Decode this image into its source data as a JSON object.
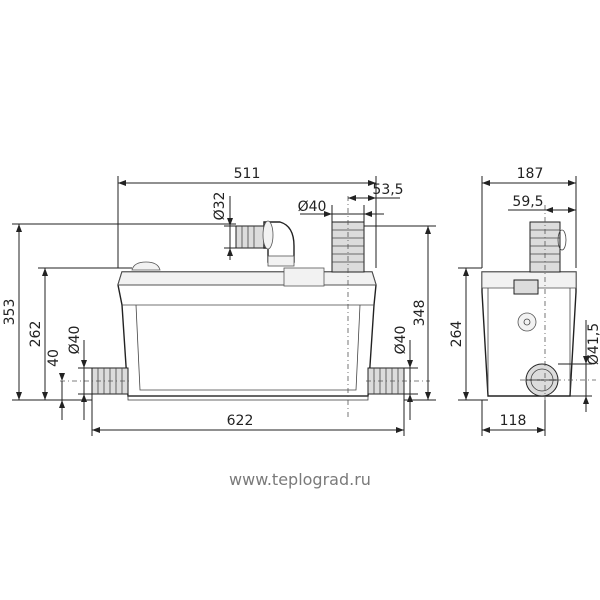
{
  "drawing": {
    "dimensions": {
      "front_top_width": "511",
      "front_outlet_d40": "Ø40",
      "front_offset": "53,5",
      "front_inlet_d32": "Ø32",
      "front_height_total": "353",
      "front_height_top": "262",
      "front_left_inlet_d40": "Ø40",
      "front_left_inlet_height": "40",
      "front_right_height": "348",
      "front_right_inlet_d40": "Ø40",
      "front_bottom_width": "622",
      "side_width": "187",
      "side_offset": "59,5",
      "side_height": "264",
      "side_inlet_d415": "Ø41,5",
      "side_bottom_offset": "118"
    }
  },
  "watermark": "www.teplograd.ru"
}
